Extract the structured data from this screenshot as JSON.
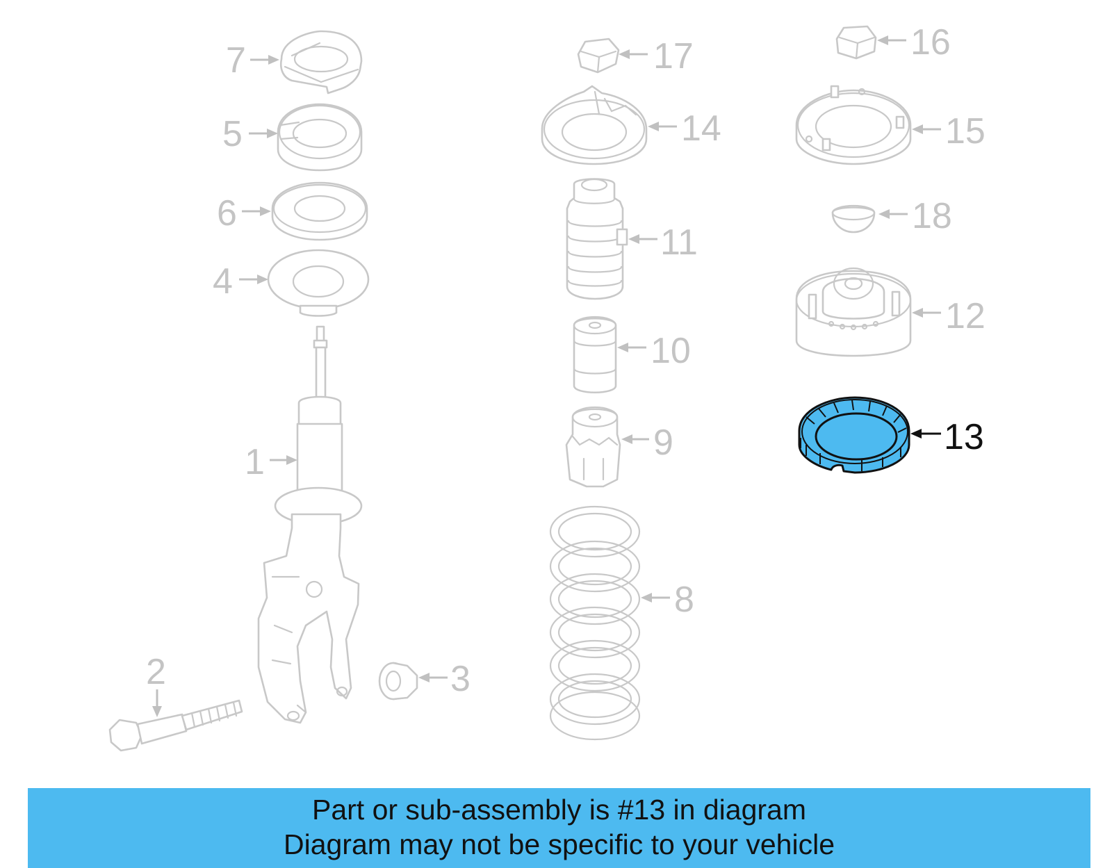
{
  "callouts": [
    {
      "id": "p1",
      "label": "1"
    },
    {
      "id": "p2",
      "label": "2"
    },
    {
      "id": "p3",
      "label": "3"
    },
    {
      "id": "p4",
      "label": "4"
    },
    {
      "id": "p5",
      "label": "5"
    },
    {
      "id": "p6",
      "label": "6"
    },
    {
      "id": "p7",
      "label": "7"
    },
    {
      "id": "p8",
      "label": "8"
    },
    {
      "id": "p9",
      "label": "9"
    },
    {
      "id": "p10",
      "label": "10"
    },
    {
      "id": "p11",
      "label": "11"
    },
    {
      "id": "p12",
      "label": "12"
    },
    {
      "id": "p13",
      "label": "13"
    },
    {
      "id": "p14",
      "label": "14"
    },
    {
      "id": "p15",
      "label": "15"
    },
    {
      "id": "p16",
      "label": "16"
    },
    {
      "id": "p17",
      "label": "17"
    },
    {
      "id": "p18",
      "label": "18"
    }
  ],
  "highlighted_part": "13",
  "colors": {
    "highlight": "#4dbaf0",
    "outline": "#c8c8c8",
    "banner": "#4dbaf0"
  },
  "banner": {
    "line1": "Part or sub-assembly is #13 in diagram",
    "line2": "Diagram may not be specific to your vehicle"
  }
}
